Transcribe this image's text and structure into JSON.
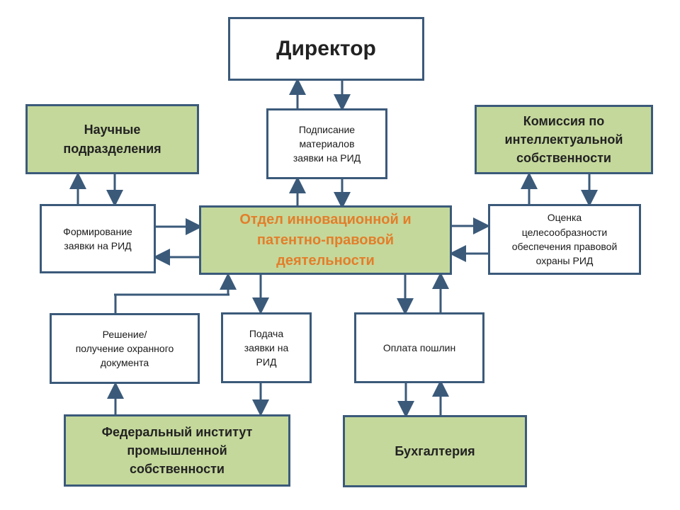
{
  "colors": {
    "border": "#3b5a7a",
    "green_fill": "#c4d89b",
    "central_text": "#e37e2a"
  },
  "nodes": {
    "director": "Директор",
    "signing": "Подписание\nматериалов\nзаявки на РИД",
    "science_units": "Научные\nподразделения",
    "ip_commission": "Комиссия по\nинтеллектуальной\nсобственности",
    "application_forming": "Формирование\nзаявки на РИД",
    "central_department": "Отдел инновационной и\nпатентно-правовой\nдеятельности",
    "protection_assessment": "Оценка\nцелесообразности\nобеспечения правовой\nохраны РИД",
    "decision": "Решение/\nполучение охранного\nдокумента",
    "filing": "Подача\nзаявки на\nРИД",
    "fee_payment": "Оплата пошлин",
    "fips": "Федеральный институт\nпромышленной\nсобственности",
    "accounting": "Бухгалтерия"
  }
}
